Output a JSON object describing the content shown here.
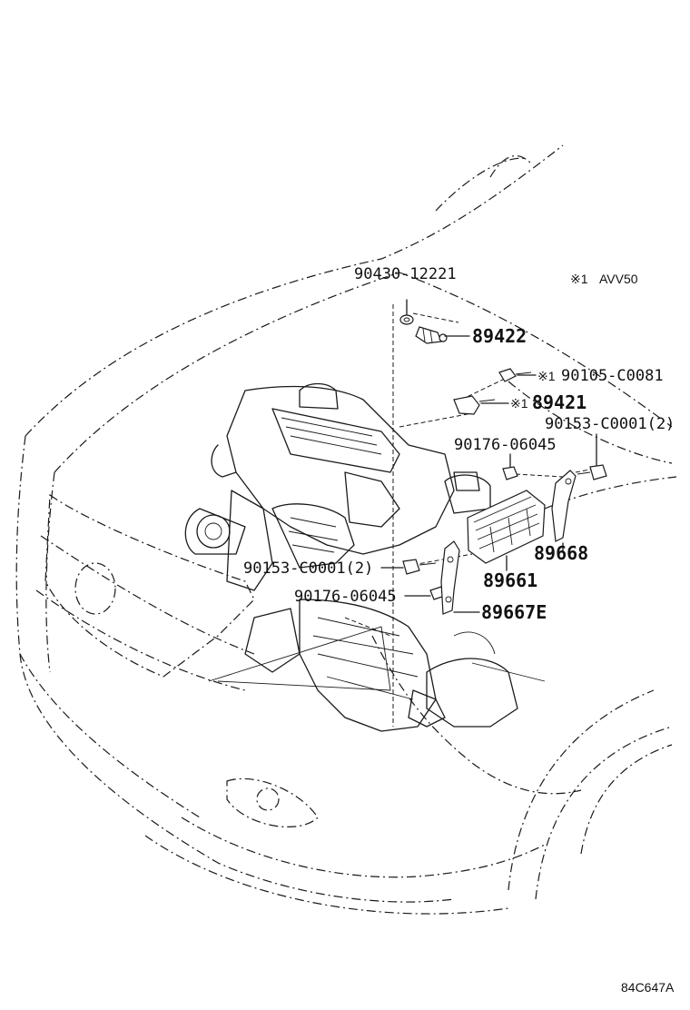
{
  "note": {
    "mark": "※1",
    "text": "AVV50"
  },
  "diagram_code": "84C647A",
  "callouts": [
    {
      "id": "p1",
      "part_no": "90430-12221",
      "mark": ""
    },
    {
      "id": "p2",
      "part_no": "89422",
      "mark": ""
    },
    {
      "id": "p3",
      "part_no": "90105-C0081",
      "mark": "※1"
    },
    {
      "id": "p4",
      "part_no": "89421",
      "mark": "※1"
    },
    {
      "id": "p5",
      "part_no": "90153-C0001(2)",
      "mark": ""
    },
    {
      "id": "p6",
      "part_no": "90176-06045",
      "mark": ""
    },
    {
      "id": "p7",
      "part_no": "89668",
      "mark": ""
    },
    {
      "id": "p8",
      "part_no": "89661",
      "mark": ""
    },
    {
      "id": "p9",
      "part_no": "90153-C0001(2)",
      "mark": ""
    },
    {
      "id": "p10",
      "part_no": "90176-06045",
      "mark": ""
    },
    {
      "id": "p11",
      "part_no": "89667E",
      "mark": ""
    }
  ]
}
